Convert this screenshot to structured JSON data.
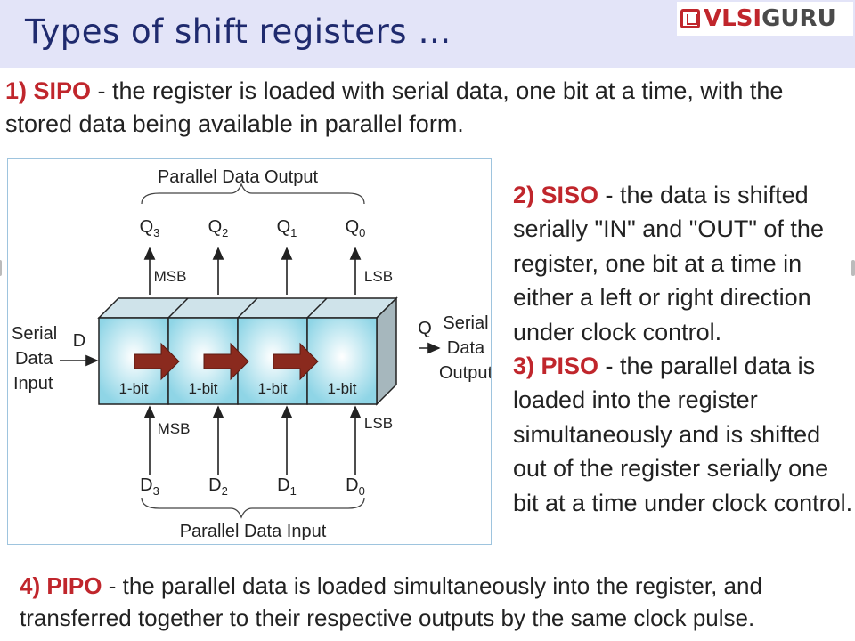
{
  "slide": {
    "title": "Types of shift registers …",
    "logo": {
      "part1": "VLSI",
      "part2": "GURU"
    }
  },
  "text": {
    "p1": {
      "label": "1) SIPO",
      "body": " - the register is loaded with serial data, one bit at a time, with the stored data being available in parallel form."
    },
    "p2": {
      "label": "2) SISO",
      "body": " - the data is shifted serially \"IN\" and \"OUT\" of the register, one bit at a time in either a left or right direction under clock control."
    },
    "p3": {
      "label": "3) PISO",
      "body": " - the parallel data is loaded into the register simultaneously and is shifted out of the register serially one bit at a time under clock control."
    },
    "p4": {
      "label": "4) PIPO",
      "body": " - the parallel data is loaded simultaneously into the register, and transferred together to their respective outputs by the same clock pulse."
    }
  },
  "diagram": {
    "top_label": "Parallel Data Output",
    "bottom_label": "Parallel Data Input",
    "outputs": [
      {
        "letter": "Q",
        "sub": "3"
      },
      {
        "letter": "Q",
        "sub": "2"
      },
      {
        "letter": "Q",
        "sub": "1"
      },
      {
        "letter": "Q",
        "sub": "0"
      }
    ],
    "inputs": [
      {
        "letter": "D",
        "sub": "3"
      },
      {
        "letter": "D",
        "sub": "2"
      },
      {
        "letter": "D",
        "sub": "1"
      },
      {
        "letter": "D",
        "sub": "0"
      }
    ],
    "cells": [
      "1-bit",
      "1-bit",
      "1-bit",
      "1-bit"
    ],
    "msb_top": "MSB",
    "lsb_top": "LSB",
    "msb_bottom": "MSB",
    "lsb_bottom": "LSB",
    "serial_in": [
      "Serial",
      "Data",
      "Input"
    ],
    "serial_in_pin": "D",
    "serial_out": [
      "Serial",
      "Data",
      "Output"
    ],
    "serial_out_pin": "Q"
  }
}
